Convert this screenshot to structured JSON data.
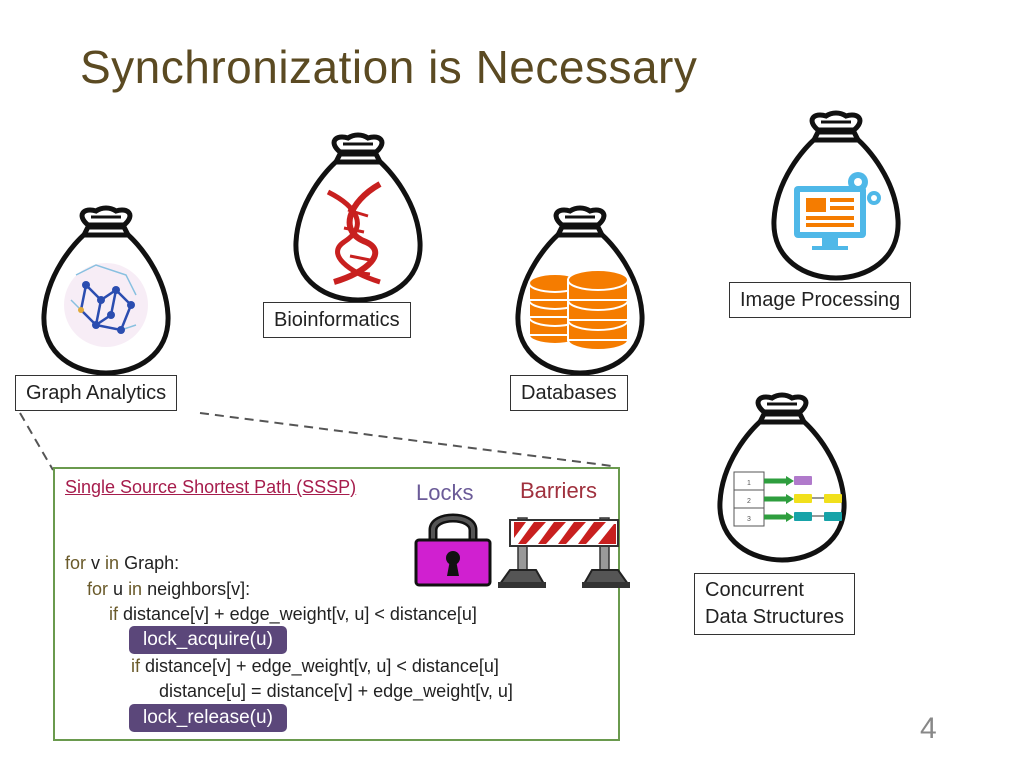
{
  "slide": {
    "title": "Synchronization is Necessary",
    "page_number": "4"
  },
  "domains": {
    "graph_analytics": "Graph Analytics",
    "bioinformatics": "Bioinformatics",
    "databases": "Databases",
    "image_processing": "Image Processing",
    "concurrent_ds_line1": "Concurrent",
    "concurrent_ds_line2": "Data Structures"
  },
  "code_box": {
    "heading": "Single Source Shortest Path (SSSP)",
    "kw_for": "for",
    "kw_in": "in",
    "kw_if": "if",
    "line1_var": "v",
    "line1_rest": "Graph:",
    "line2_var": "u",
    "line2_rest": "neighbors[v]:",
    "line3_rest": "distance[v] + edge_weight[v, u] < distance[u]",
    "lock_acquire": "lock_acquire(u)",
    "line5_rest": "distance[v] + edge_weight[v, u] < distance[u]",
    "line6": "distance[u] = distance[v] + edge_weight[v, u]",
    "lock_release": "lock_release(u)"
  },
  "sync_primitives": {
    "locks": "Locks",
    "barriers": "Barriers"
  },
  "colors": {
    "title": "#5b4a22",
    "heading_link": "#a61c4c",
    "highlight": "#5b477a",
    "locks": "#6b5b98",
    "barriers": "#a0313e",
    "box_border": "#6a9a4e"
  },
  "icons": [
    "money-bag-icon",
    "graph-network-icon",
    "dna-icon",
    "database-icon",
    "monitor-gears-icon",
    "linked-list-icon",
    "padlock-icon",
    "barricade-icon"
  ]
}
